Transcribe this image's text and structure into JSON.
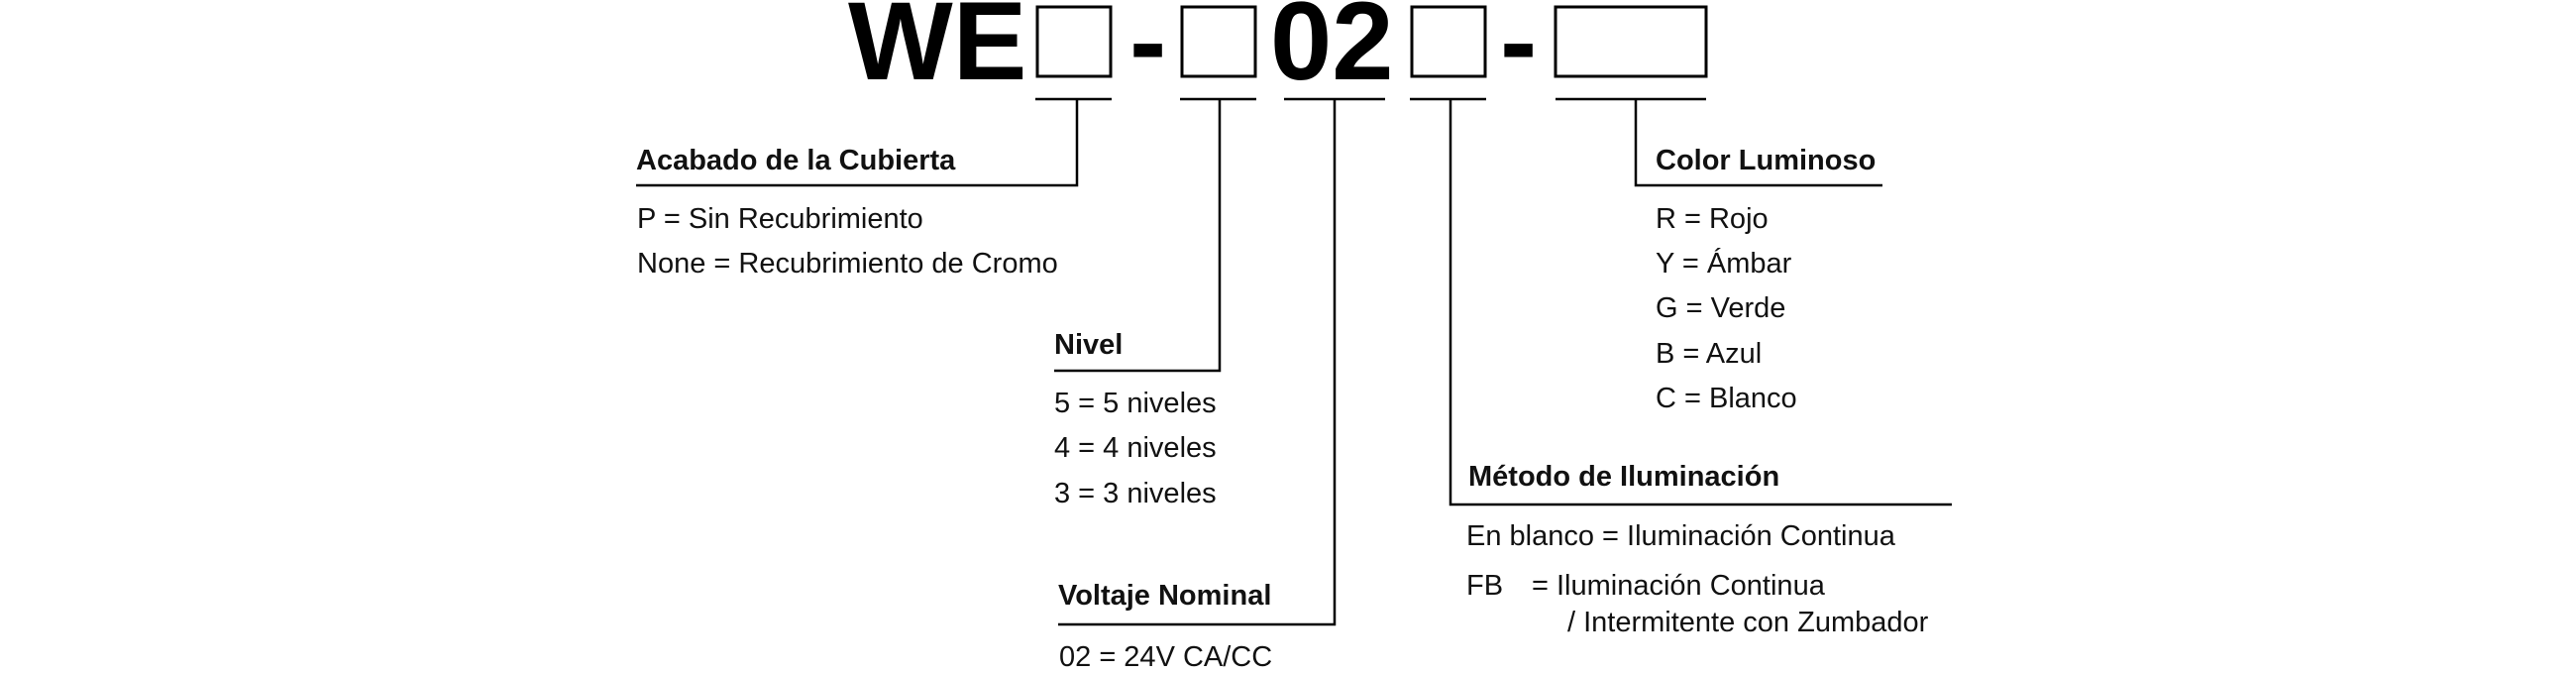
{
  "code": {
    "prefix": "WE",
    "dash": "-",
    "voltage_code": "02"
  },
  "cover_finish": {
    "heading": "Acabado de la Cubierta",
    "options": [
      "P = Sin Recubrimiento",
      "None = Recubrimiento de Cromo"
    ]
  },
  "level": {
    "heading": "Nivel",
    "options": [
      "5 = 5 niveles",
      "4 = 4 niveles",
      "3 = 3 niveles"
    ]
  },
  "rated_voltage": {
    "heading": "Voltaje Nominal",
    "options": [
      "02 = 24V CA/CC"
    ]
  },
  "lighting_method": {
    "heading": "Método de Iluminación",
    "option_1": "En blanco = Iluminación Continua",
    "option_2_key": "FB",
    "option_2_line_1": "= Iluminación Continua",
    "option_2_line_2": "/ Intermitente con Zumbador"
  },
  "light_color": {
    "heading": "Color Luminoso",
    "options": [
      "R = Rojo",
      "Y = Ámbar",
      "G = Verde",
      "B = Azul",
      "C = Blanco"
    ]
  }
}
